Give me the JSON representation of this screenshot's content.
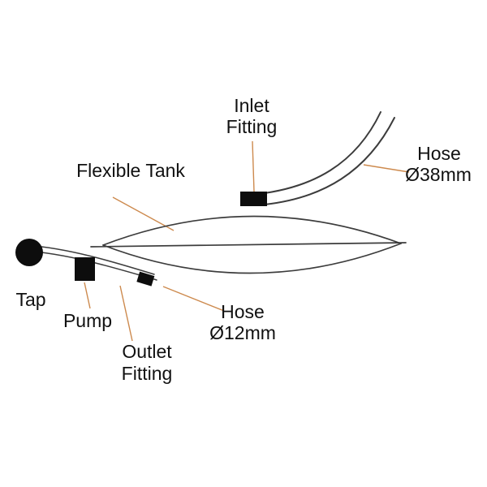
{
  "colors": {
    "background": "#ffffff",
    "outline": "#3c3c3c",
    "leader": "#cd8a4e",
    "solid": "#0d0d0d",
    "text": "#111111"
  },
  "labels": {
    "inlet_fitting": {
      "line1": "Inlet",
      "line2": "Fitting"
    },
    "hose_38": {
      "line1": "Hose",
      "line2": "Ø38mm"
    },
    "flexible_tank": {
      "text": "Flexible Tank"
    },
    "tap": {
      "text": "Tap"
    },
    "pump": {
      "text": "Pump"
    },
    "outlet_fitting": {
      "line1": "Outlet",
      "line2": "Fitting"
    },
    "hose_12": {
      "line1": "Hose",
      "line2": "Ø12mm"
    }
  }
}
